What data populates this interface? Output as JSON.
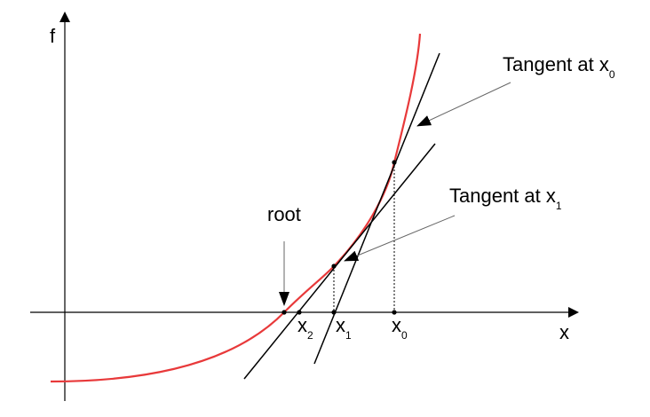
{
  "diagram": {
    "axes": {
      "y_label": "f",
      "x_label": "x"
    },
    "tick_labels": [
      {
        "main": "x",
        "sub": "2"
      },
      {
        "main": "x",
        "sub": "1"
      },
      {
        "main": "x",
        "sub": "0"
      }
    ],
    "annotations": {
      "root": "root",
      "tangent_x0": {
        "main": "Tangent at x",
        "sub": "0"
      },
      "tangent_x1": {
        "main": "Tangent at x",
        "sub": "1"
      }
    },
    "colors": {
      "curve": "#e8393a",
      "lines": "#000000",
      "leaders": "#666666"
    }
  }
}
